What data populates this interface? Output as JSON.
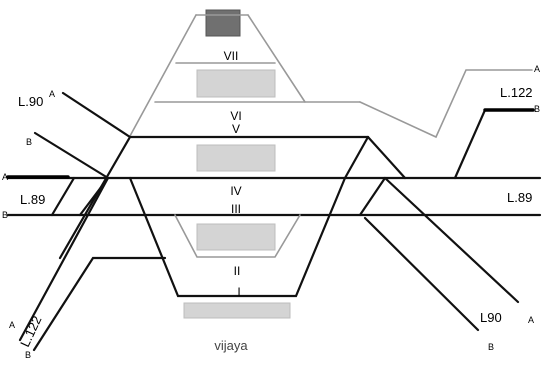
{
  "station": {
    "name": "vijaya"
  },
  "tracks": {
    "I": "I",
    "II": "II",
    "III": "III",
    "IV": "IV",
    "V": "V",
    "VI": "VI",
    "VII": "VII"
  },
  "lines": {
    "L90_left": "L.90",
    "L89_left": "L.89",
    "L122_left": "L.122",
    "L122_right": "L.122",
    "L89_right": "L.89",
    "L90_right": "L90"
  },
  "ends": {
    "A": "A",
    "B": "B"
  },
  "colors": {
    "track": "#111111",
    "upper_track": "#999999",
    "platform": "#d4d4d4",
    "building": "#707070"
  }
}
